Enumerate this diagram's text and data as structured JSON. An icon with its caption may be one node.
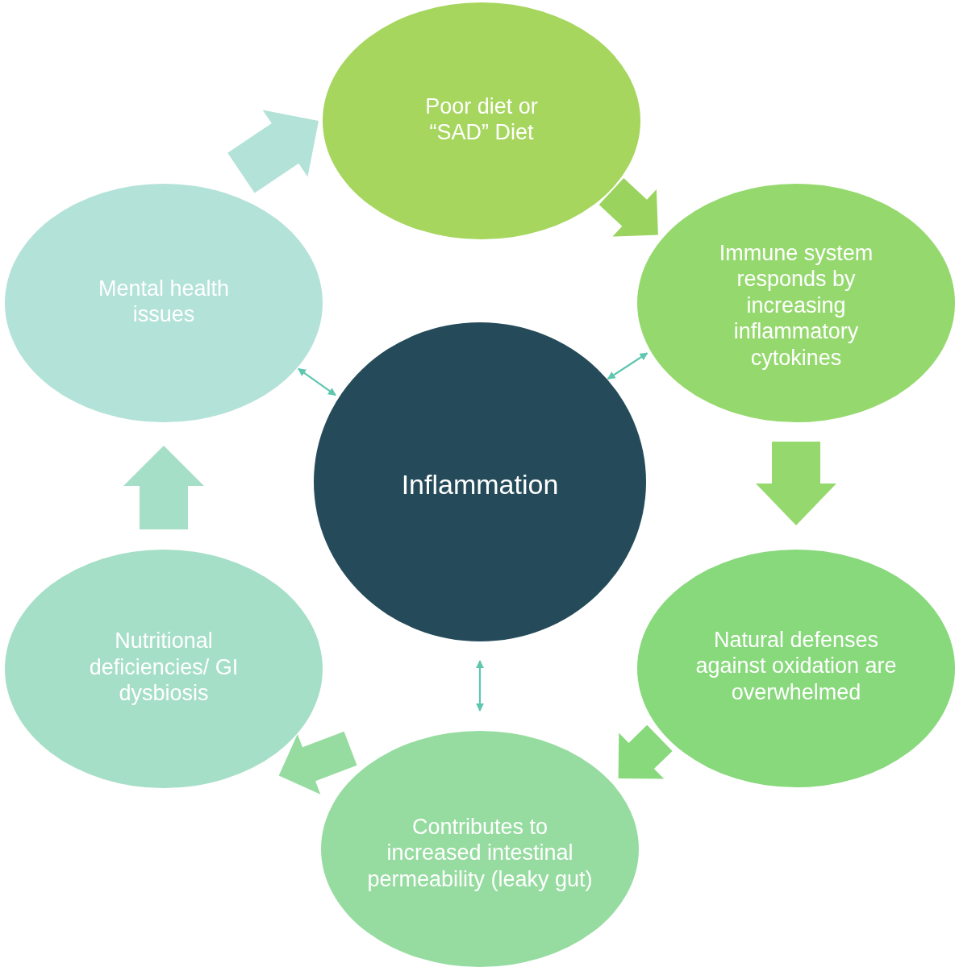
{
  "diagram": {
    "nodes": [
      {
        "text": [
          "Poor diet or “SAD” Diet"
        ]
      },
      {
        "text": [
          "Immune system responds by increasing inflammatory cytokines"
        ]
      },
      {
        "text": [
          "Natural defenses against oxidation are overwhelmed"
        ]
      },
      {
        "text": [
          "Contributes to increased intestinal permeability (leaky gut)"
        ]
      },
      {
        "text": [
          "Nutritional deficiencies/ GI dysbiosis"
        ]
      },
      {
        "text": [
          "Mental health issues"
        ]
      },
      {
        "text": [
          "Inflammation"
        ]
      }
    ],
    "edges": [
      {
        "from": 0,
        "to": 1,
        "arrow": "to",
        "style": "thick",
        "color": "#9ad45e"
      },
      {
        "from": 1,
        "to": 2,
        "arrow": "to",
        "style": "thick",
        "color": "#95d96e"
      },
      {
        "from": 2,
        "to": 3,
        "arrow": "to",
        "style": "thick",
        "color": "#88d87c"
      },
      {
        "from": 3,
        "to": 4,
        "arrow": "to",
        "style": "thick",
        "color": "#96dca0"
      },
      {
        "from": 4,
        "to": 5,
        "arrow": "to",
        "style": "thick",
        "color": "#a6dfc7"
      },
      {
        "from": 5,
        "to": 0,
        "arrow": "to",
        "style": "thick",
        "color": "#b3e2d8"
      },
      {
        "from": 6,
        "to": 1,
        "arrow": "both",
        "color": "#5fc6b0"
      },
      {
        "from": 6,
        "to": 5,
        "arrow": "both",
        "color": "#5fc6b0"
      },
      {
        "from": 6,
        "to": 3,
        "arrow": "both",
        "color": "#5fc6b0"
      }
    ]
  }
}
